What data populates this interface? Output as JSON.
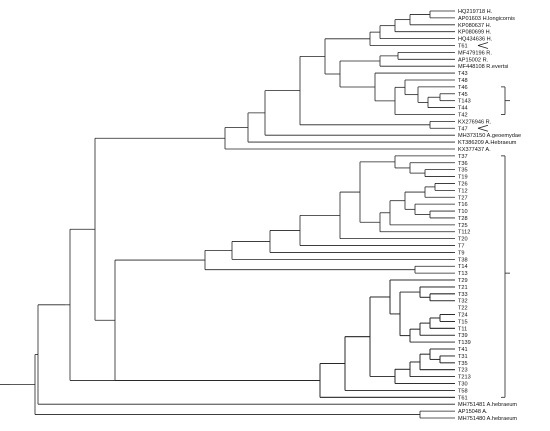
{
  "tree": {
    "taxa": [
      "HQ219718 H.",
      "AP01603 H.longicornis",
      "KP080637 H.",
      "KP080699 H.",
      "HQ434636 H.",
      "T61",
      "MF479196 R.",
      "AP15002 R.",
      "MF448108 R.evertsi",
      "T43",
      "T48",
      "T46",
      "T45",
      "T143",
      "T44",
      "T42",
      "KX276946 R.",
      "T47",
      "MH373150 A.geoemydae",
      "KT386209 A.Hebraeum",
      "KX377437 A.",
      "T37",
      "T36",
      "T35",
      "T19",
      "T26",
      "T12",
      "T27",
      "T16",
      "T10",
      "T28",
      "T25",
      "T112",
      "T20",
      "T7",
      "T9",
      "T38",
      "T14",
      "T13",
      "T29",
      "T21",
      "T33",
      "T32",
      "T22",
      "T24",
      "T15",
      "T11",
      "T39",
      "T139",
      "T41",
      "T31",
      "T35",
      "T23",
      "T213",
      "T30",
      "T58",
      "T61",
      "MH751481 A.hebraeum",
      "AP15048 A.",
      "MH751480 A.hebraeum"
    ]
  }
}
